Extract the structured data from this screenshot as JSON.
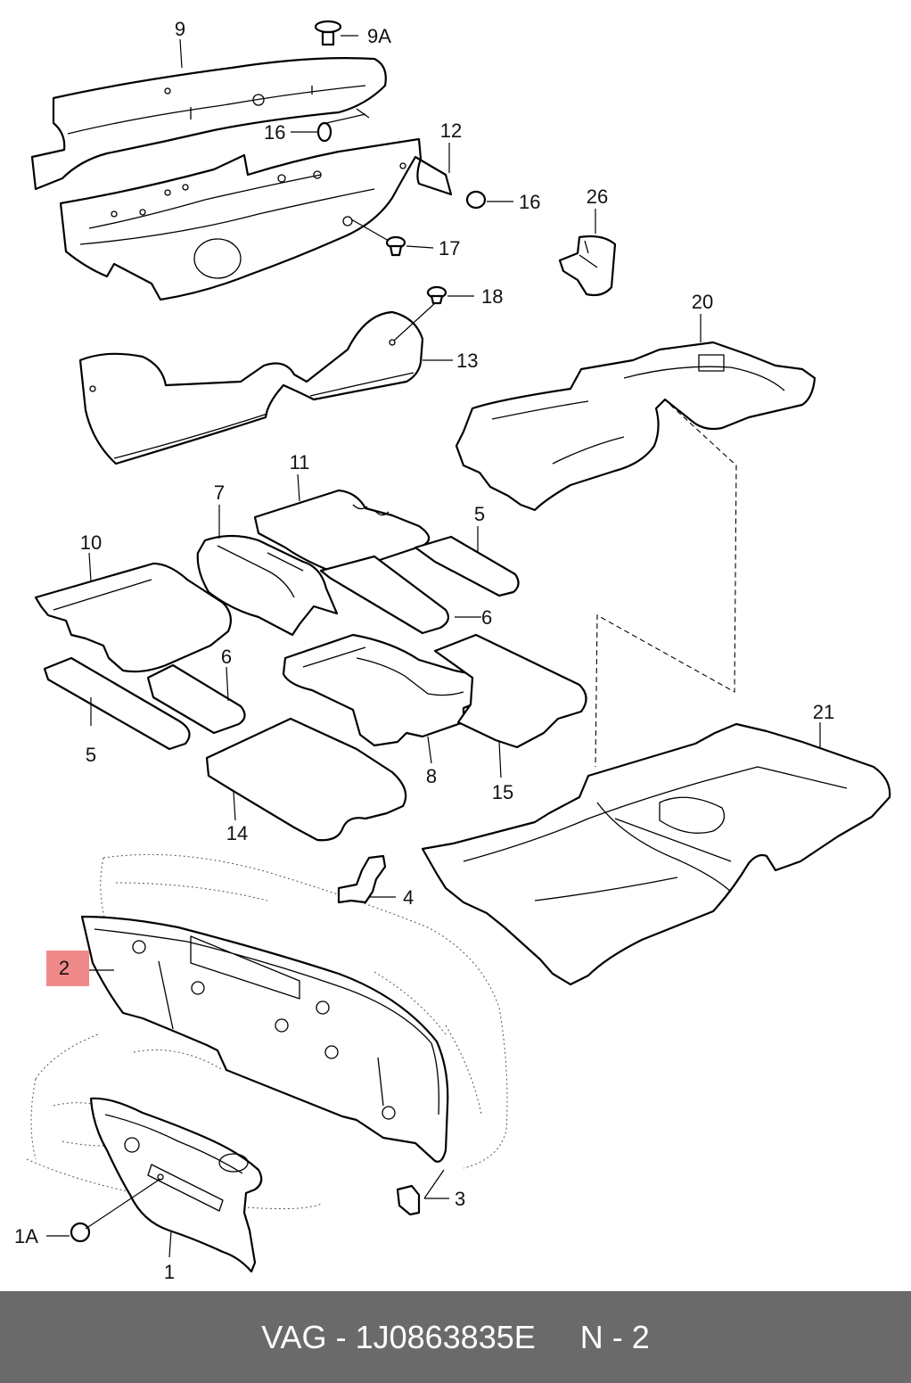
{
  "callouts": {
    "c9": "9",
    "c9A": "9A",
    "c16a": "16",
    "c12": "12",
    "c16b": "16",
    "c26": "26",
    "c17": "17",
    "c18": "18",
    "c13": "13",
    "c20": "20",
    "c11": "11",
    "c7": "7",
    "c5a": "5",
    "c10": "10",
    "c6a": "6",
    "c6b": "6",
    "c5b": "5",
    "c8": "8",
    "c15": "15",
    "c14": "14",
    "c21": "21",
    "c4": "4",
    "c2": "2",
    "c3": "3",
    "c1A": "1A",
    "c1": "1"
  },
  "highlight": {
    "label": "2",
    "color": "#f08a8a"
  },
  "footer": {
    "brand": "VAG",
    "sep": " - ",
    "part_number": "1J0863835E",
    "gap": "     ",
    "page": "N - 2",
    "background": "#6a6a6a"
  }
}
